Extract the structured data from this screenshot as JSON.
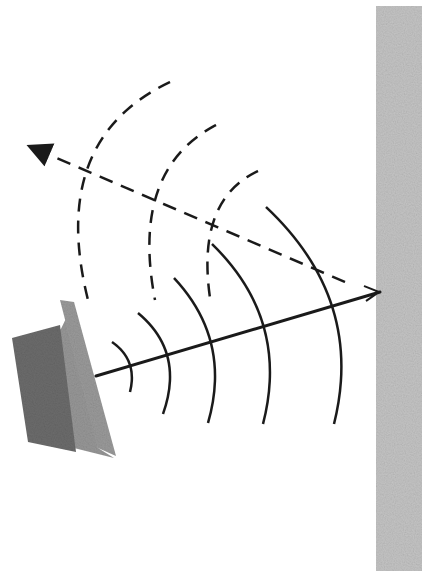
{
  "diagram": {
    "elements": [
      "loudspeaker",
      "wall",
      "incident-ray",
      "reflected-ray",
      "incident-wavefronts",
      "reflected-wavefronts"
    ],
    "colors": {
      "ink": "#1a1a1a",
      "wall": "#c8c8c8",
      "speaker": "#8a8a8a",
      "background": "#ffffff"
    },
    "icons": {
      "speaker": "speaker-icon",
      "reflected_arrow": "arrowhead-icon"
    }
  }
}
